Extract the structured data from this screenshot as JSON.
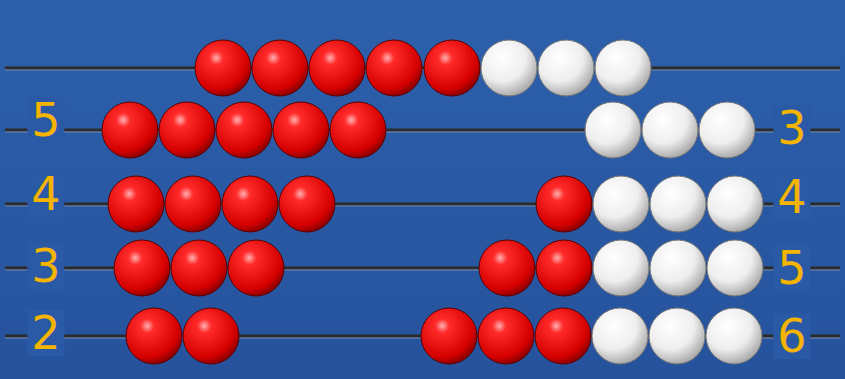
{
  "diagram": {
    "labels": [
      "5",
      "3",
      "4",
      "4",
      "3",
      "5",
      "2",
      "6"
    ]
  }
}
